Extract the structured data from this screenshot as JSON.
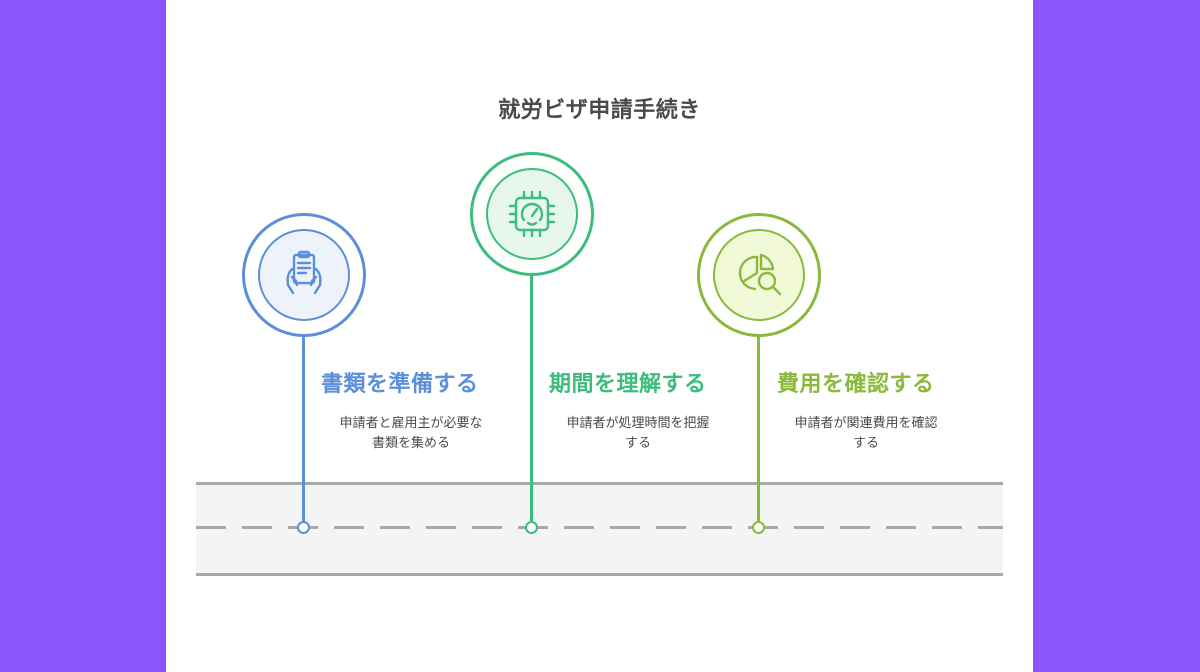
{
  "title": "就労ビザ申請手続き",
  "steps": [
    {
      "title": "書類を準備する",
      "desc_line1": "申請者と雇用主が必要な",
      "desc_line2": "書類を集める",
      "color": "#5b8fdc",
      "fill": "#eef3fb",
      "icon": "document-hands-icon"
    },
    {
      "title": "期間を理解する",
      "desc_line1": "申請者が処理時間を把握",
      "desc_line2": "する",
      "color": "#3dbd7d",
      "fill": "#e7f7ee",
      "icon": "chip-gauge-icon"
    },
    {
      "title": "費用を確認する",
      "desc_line1": "申請者が関連費用を確認",
      "desc_line2": "する",
      "color": "#8ab93c",
      "fill": "#f1f9d9",
      "icon": "pie-chart-magnifier-icon"
    }
  ],
  "colors": {
    "background": "#8a55fb",
    "road": "#f4f4f4",
    "road_line": "#a8a8a8",
    "title_text": "#4a4a4a"
  }
}
